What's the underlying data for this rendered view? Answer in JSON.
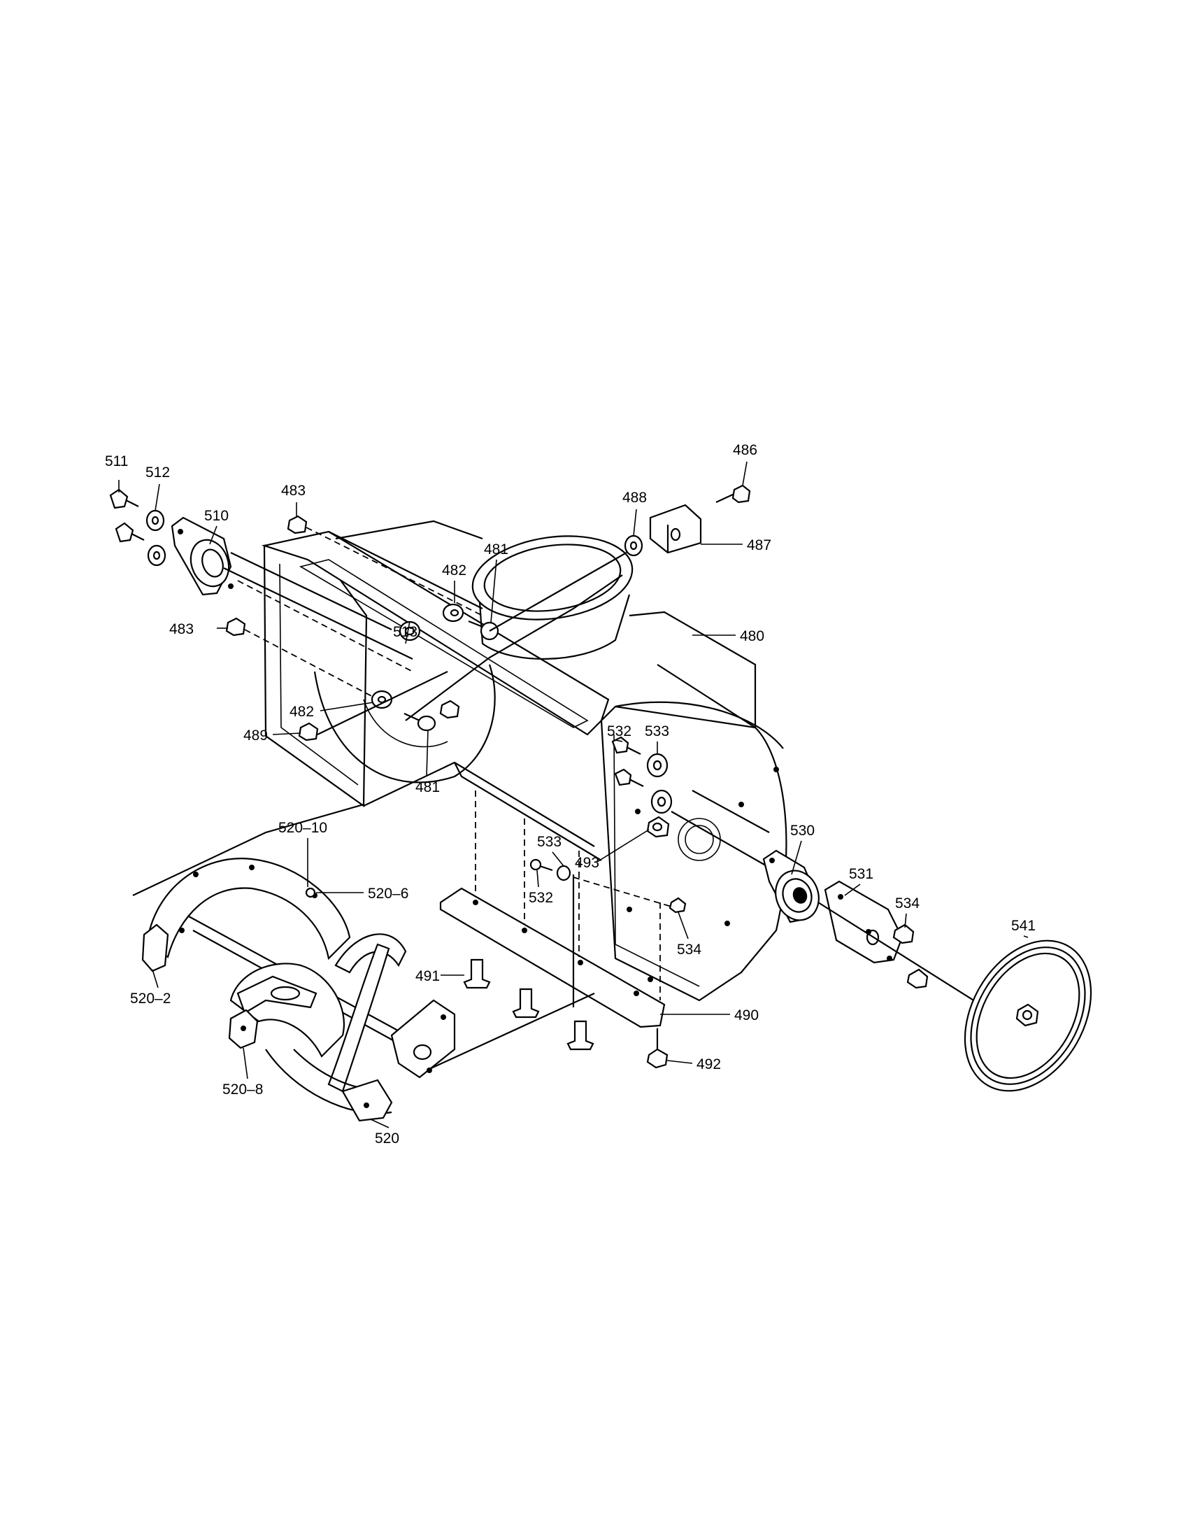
{
  "part_labels": [
    {
      "id": "511",
      "text": "511"
    },
    {
      "id": "512",
      "text": "512"
    },
    {
      "id": "510",
      "text": "510"
    },
    {
      "id": "483a",
      "text": "483"
    },
    {
      "id": "483b",
      "text": "483"
    },
    {
      "id": "486",
      "text": "486"
    },
    {
      "id": "488",
      "text": "488"
    },
    {
      "id": "487",
      "text": "487"
    },
    {
      "id": "482a",
      "text": "482"
    },
    {
      "id": "481a",
      "text": "481"
    },
    {
      "id": "513",
      "text": "513"
    },
    {
      "id": "480",
      "text": "480"
    },
    {
      "id": "482b",
      "text": "482"
    },
    {
      "id": "489",
      "text": "489"
    },
    {
      "id": "481b",
      "text": "481"
    },
    {
      "id": "532a",
      "text": "532"
    },
    {
      "id": "533a",
      "text": "533"
    },
    {
      "id": "530",
      "text": "530"
    },
    {
      "id": "531",
      "text": "531"
    },
    {
      "id": "534a",
      "text": "534"
    },
    {
      "id": "541",
      "text": "541"
    },
    {
      "id": "533b",
      "text": "533"
    },
    {
      "id": "493",
      "text": "493"
    },
    {
      "id": "532b",
      "text": "532"
    },
    {
      "id": "534b",
      "text": "534"
    },
    {
      "id": "520-10",
      "text": "520–10"
    },
    {
      "id": "520-6",
      "text": "520–6"
    },
    {
      "id": "491",
      "text": "491"
    },
    {
      "id": "490",
      "text": "490"
    },
    {
      "id": "520-2",
      "text": "520–2"
    },
    {
      "id": "492",
      "text": "492"
    },
    {
      "id": "520-8",
      "text": "520–8"
    },
    {
      "id": "520",
      "text": "520"
    }
  ]
}
